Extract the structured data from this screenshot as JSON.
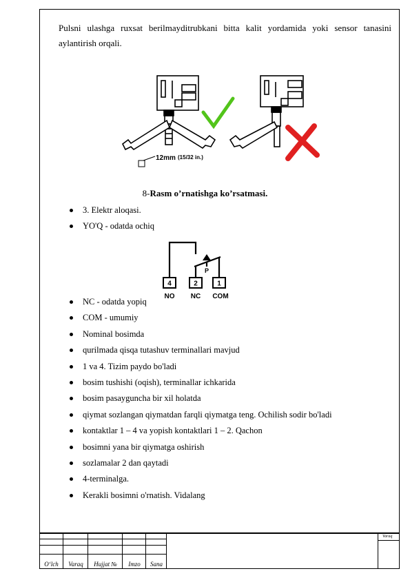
{
  "paragraph": "Pulsni ulashga ruxsat berilmayditrubkani bitta kalit yordamida yoki sensor tanasini aylantirish orqali.",
  "figure1": {
    "dimension_text": "12mm",
    "dimension_fraction": "(15/32 in.)"
  },
  "caption": {
    "number": "8-",
    "text": "Rasm o’rnatishga ko’rsatmasi."
  },
  "list_top": [
    "3. Elektr aloqasi.",
    "YO'Q - odatda ochiq"
  ],
  "wiring": {
    "terminals": [
      "4",
      "2",
      "1"
    ],
    "labels": [
      "NO",
      "NC",
      "COM"
    ],
    "pressure_label": "P"
  },
  "list_bottom": [
    "NC - odatda yopiq",
    "COM - umumiy",
    "Nominal bosimda",
    "qurilmada qisqa tutashuv terminallari mavjud",
    "1 va 4. Tizim paydo bo'ladi",
    "bosim tushishi (oqish), terminallar ichkarida",
    "bosim pasayguncha bir xil holatda",
    "qiymat sozlangan qiymatdan farqli qiymatga teng. Ochilish sodir bo'ladi",
    "kontaktlar 1 – 4 va yopish kontaktlari 1 – 2. Qachon",
    "bosimni yana bir qiymatga oshirish",
    "sozlamalar 2 dan qaytadi",
    "4-terminalga.",
    "Kerakli bosimni o'rnatish. Vidalang"
  ],
  "stamp": {
    "columns": [
      "O‘lch",
      "Varaq",
      "Hujjat  №",
      "Imzo",
      "Sana"
    ],
    "sheet_label": "Varaq"
  }
}
